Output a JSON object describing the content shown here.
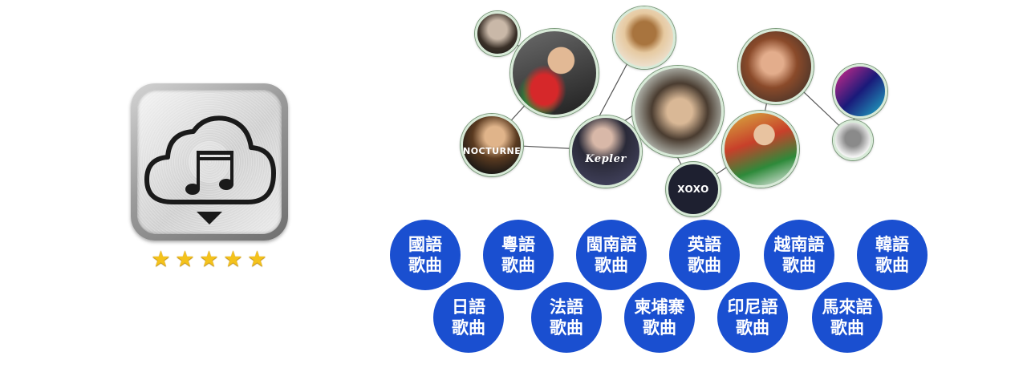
{
  "app_icon": {
    "icon": "cloud-music-download-icon",
    "rating_stars": 5,
    "stars": [
      "★",
      "★",
      "★",
      "★",
      "★"
    ]
  },
  "artists": {
    "cover_texts": [
      "NOCTURNE",
      "Kepler",
      "XOXO"
    ]
  },
  "languages": [
    {
      "line1": "國語",
      "line2": "歌曲"
    },
    {
      "line1": "粵語",
      "line2": "歌曲"
    },
    {
      "line1": "閩南語",
      "line2": "歌曲"
    },
    {
      "line1": "英語",
      "line2": "歌曲"
    },
    {
      "line1": "越南語",
      "line2": "歌曲"
    },
    {
      "line1": "韓語",
      "line2": "歌曲"
    },
    {
      "line1": "日語",
      "line2": "歌曲"
    },
    {
      "line1": "法語",
      "line2": "歌曲"
    },
    {
      "line1": "柬埔寨",
      "line2": "歌曲"
    },
    {
      "line1": "印尼語",
      "line2": "歌曲"
    },
    {
      "line1": "馬來語",
      "line2": "歌曲"
    }
  ],
  "colors": {
    "button_blue": "#1a4fd0",
    "star_gold": "#f4c21b"
  }
}
